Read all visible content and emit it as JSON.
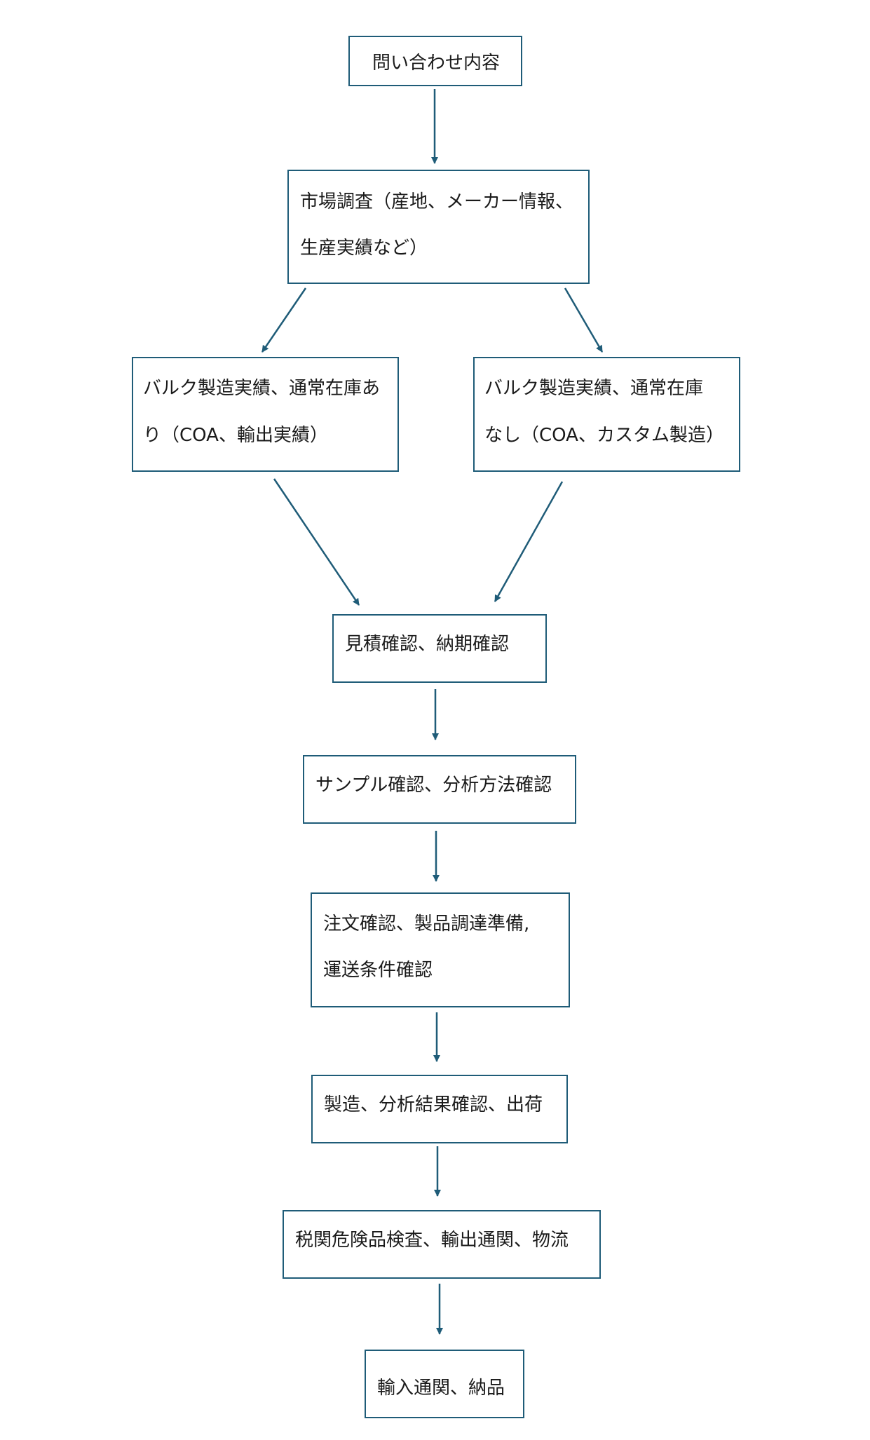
{
  "colors": {
    "stroke": "#1f5c78",
    "text": "#1a1a1a",
    "background": "#ffffff"
  },
  "diagram": {
    "nodes": [
      {
        "id": "b1",
        "lines": [
          "問い合わせ内容"
        ]
      },
      {
        "id": "b2",
        "lines": [
          "市場調査（産地、メーカー情報、",
          "生産実績など）"
        ]
      },
      {
        "id": "b3",
        "lines": [
          "バルク製造実績、通常在庫あ",
          "り（COA、輸出実績）"
        ]
      },
      {
        "id": "b4",
        "lines": [
          "バルク製造実績、通常在庫",
          "なし（COA、カスタム製造）"
        ]
      },
      {
        "id": "b5",
        "lines": [
          "見積確認、納期確認"
        ]
      },
      {
        "id": "b6",
        "lines": [
          "サンプル確認、分析方法確認"
        ]
      },
      {
        "id": "b7",
        "lines": [
          "注文確認、製品調達準備,",
          "運送条件確認"
        ]
      },
      {
        "id": "b8",
        "lines": [
          "製造、分析結果確認、出荷"
        ]
      },
      {
        "id": "b9",
        "lines": [
          "税関危険品検査、輸出通関、物流"
        ]
      },
      {
        "id": "b10",
        "lines": [
          "輸入通関、納品"
        ]
      }
    ],
    "edges": [
      {
        "from": "b1",
        "to": "b2"
      },
      {
        "from": "b2",
        "to": "b3"
      },
      {
        "from": "b2",
        "to": "b4"
      },
      {
        "from": "b3",
        "to": "b5"
      },
      {
        "from": "b4",
        "to": "b5"
      },
      {
        "from": "b5",
        "to": "b6"
      },
      {
        "from": "b6",
        "to": "b7"
      },
      {
        "from": "b7",
        "to": "b8"
      },
      {
        "from": "b8",
        "to": "b9"
      },
      {
        "from": "b9",
        "to": "b10"
      }
    ]
  }
}
